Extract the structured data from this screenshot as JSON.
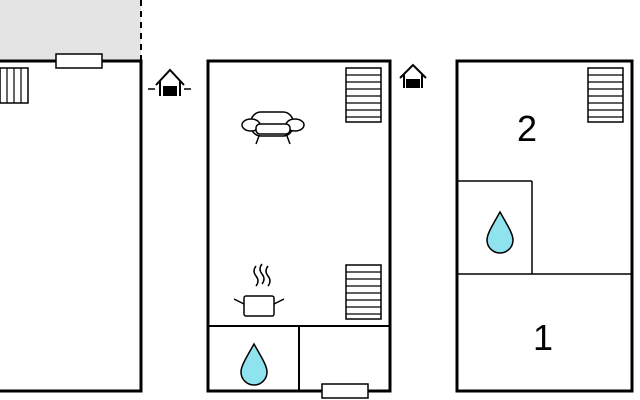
{
  "floors": [
    {
      "id": "ground",
      "labels": []
    },
    {
      "id": "first",
      "labels": []
    },
    {
      "id": "second",
      "labels": [
        {
          "text": "2"
        },
        {
          "text": "1"
        }
      ]
    }
  ],
  "icons": [
    "entrance-icon",
    "stairs-icon",
    "sofa-icon",
    "kitchen-icon",
    "bathroom-icon",
    "window-icon"
  ],
  "colors": {
    "wall": "#000000",
    "terrace": "#e4e4e4",
    "water": "#8fe3ef"
  }
}
